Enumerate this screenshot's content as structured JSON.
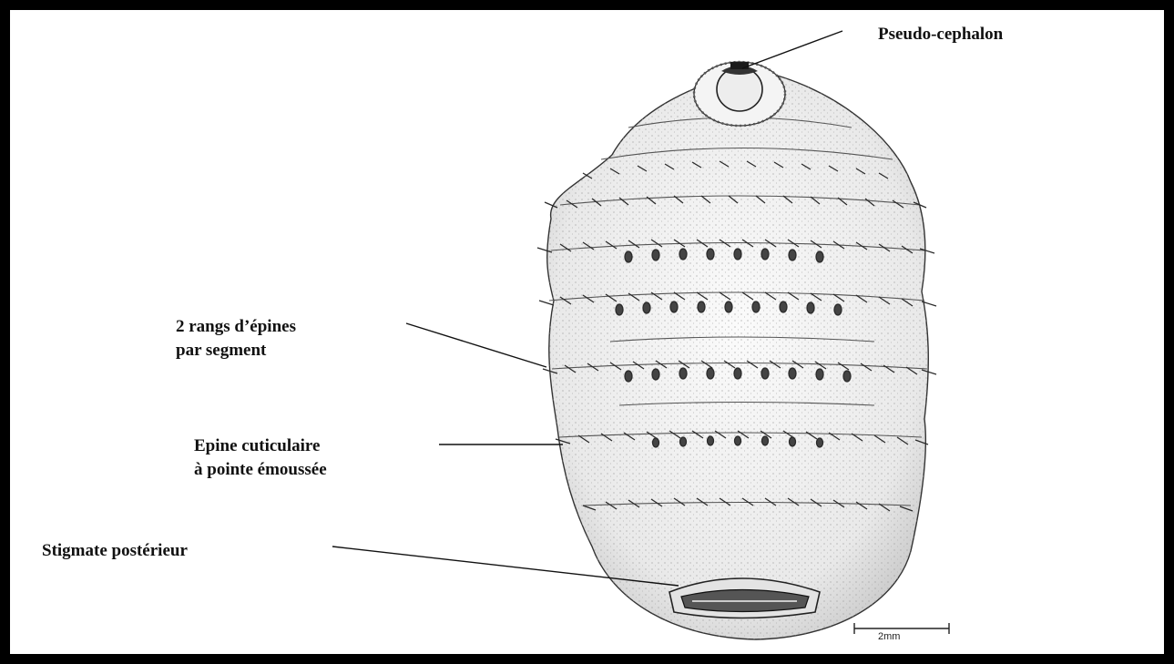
{
  "labels": {
    "pseudo_cephalon": "Pseudo-cephalon",
    "rangs_line1": "2 rangs d’épines",
    "rangs_line2": "par segment",
    "epine_line1": "Epine cuticulaire",
    "epine_line2": "à pointe émoussée",
    "stigmate": "Stigmate postérieur"
  },
  "scale_bar": {
    "label": "2mm"
  },
  "colors": {
    "frame": "#000000",
    "ink": "#222222",
    "body_fill": "#f1f1f1"
  }
}
